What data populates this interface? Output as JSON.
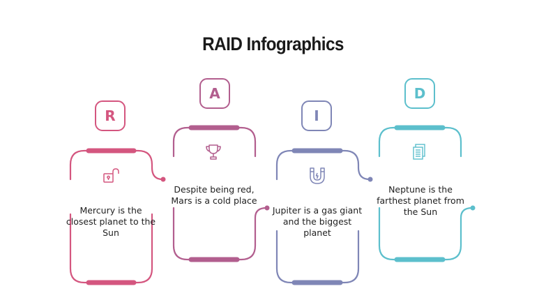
{
  "title": "RAID Infographics",
  "colors": {
    "r": "#d4567f",
    "a": "#b25e8e",
    "i": "#7f86b6",
    "d": "#5cbfcc"
  },
  "items": [
    {
      "letter": "R",
      "icon": "open-padlock-icon",
      "text": "Mercury is the closest planet to the Sun"
    },
    {
      "letter": "A",
      "icon": "trophy-icon",
      "text": "Despite being red, Mars is a cold place"
    },
    {
      "letter": "I",
      "icon": "magnet-icon",
      "text": "Jupiter is a gas giant and the biggest planet"
    },
    {
      "letter": "D",
      "icon": "documents-icon",
      "text": "Neptune is the farthest planet from the Sun"
    }
  ]
}
